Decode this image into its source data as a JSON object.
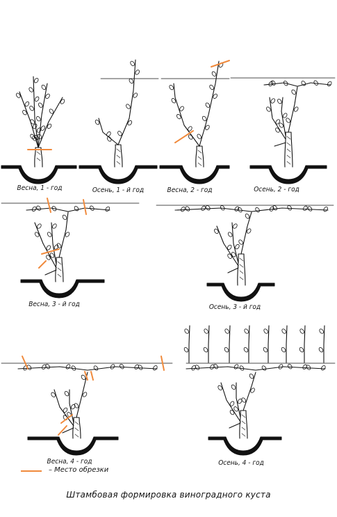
{
  "captions": {
    "spring_1": "Весна, 1 - год",
    "autumn_1": "Осень, 1 - й год",
    "spring_2": "Весна, 2 - год",
    "autumn_2": "Осень, 2 - год",
    "spring_3": "Весна, 3 - й год",
    "autumn_3": "Осень, 3 - й год",
    "spring_4": "Весна, 4 - год",
    "autumn_4": "Осень, 4 - год"
  },
  "legend": {
    "text": "– Место обрезки"
  },
  "footer": {
    "text": "Штамбовая формировка виноградного куста"
  },
  "colors": {
    "ink": "#111111",
    "cut": "#f08a3c"
  }
}
